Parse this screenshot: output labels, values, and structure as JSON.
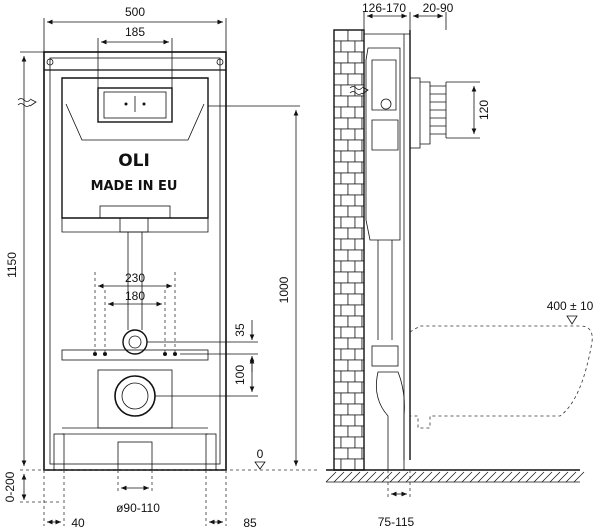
{
  "front_view": {
    "brand": "OLI",
    "made_in": "MADE IN EU",
    "dims": {
      "width": "500",
      "plate": "185",
      "height": "1150",
      "axis_height": "1000",
      "spacing_230": "230",
      "spacing_180": "180",
      "d35": "35",
      "d100": "100",
      "floor": "0-200",
      "pipe": "ø90-110",
      "d40": "40",
      "d85": "85",
      "zero": "0"
    }
  },
  "side_view": {
    "dims": {
      "depth": "126-170",
      "plate_depth": "20-90",
      "d120": "120",
      "bowl": "400 ± 10",
      "d75": "75-115"
    }
  },
  "icons": [
    "water-inlet-arrow-icon",
    "level-triangle-icon"
  ]
}
